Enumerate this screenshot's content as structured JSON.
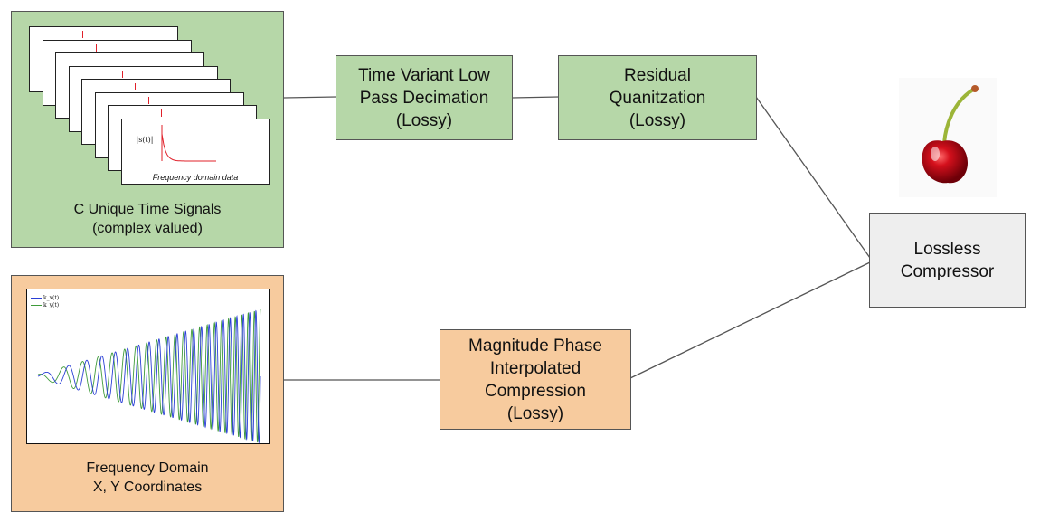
{
  "diagram": {
    "signals_group": {
      "caption_line1": "C Unique Time Signals",
      "caption_line2": "(complex valued)",
      "card_axis_label": "|s(t)|",
      "card_caption": "Frequency domain data",
      "card_count": 8
    },
    "coords_group": {
      "caption_line1": "Frequency Domain",
      "caption_line2": "X, Y Coordinates",
      "legend": [
        "k_x(t)",
        "k_y(t)"
      ]
    },
    "nodes": {
      "decimation": {
        "line1": "Time Variant Low",
        "line2": "Pass Decimation",
        "line3": "(Lossy)"
      },
      "quantization": {
        "line1": "Residual",
        "line2": "Quanitzation",
        "line3": "(Lossy)"
      },
      "interpolation": {
        "line1": "Magnitude Phase",
        "line2": "Interpolated",
        "line3": "Compression",
        "line4": "(Lossy)"
      },
      "compressor": {
        "line1": "Lossless",
        "line2": "Compressor"
      }
    },
    "colors": {
      "green_fill": "#b6d7a8",
      "orange_fill": "#f7cb9e",
      "gray_fill": "#eeeeee",
      "signal_spike": "#e0202a",
      "series_x": "#2a3fd6",
      "series_y": "#3f9b3a"
    },
    "image": {
      "icon": "cherry-icon"
    }
  }
}
